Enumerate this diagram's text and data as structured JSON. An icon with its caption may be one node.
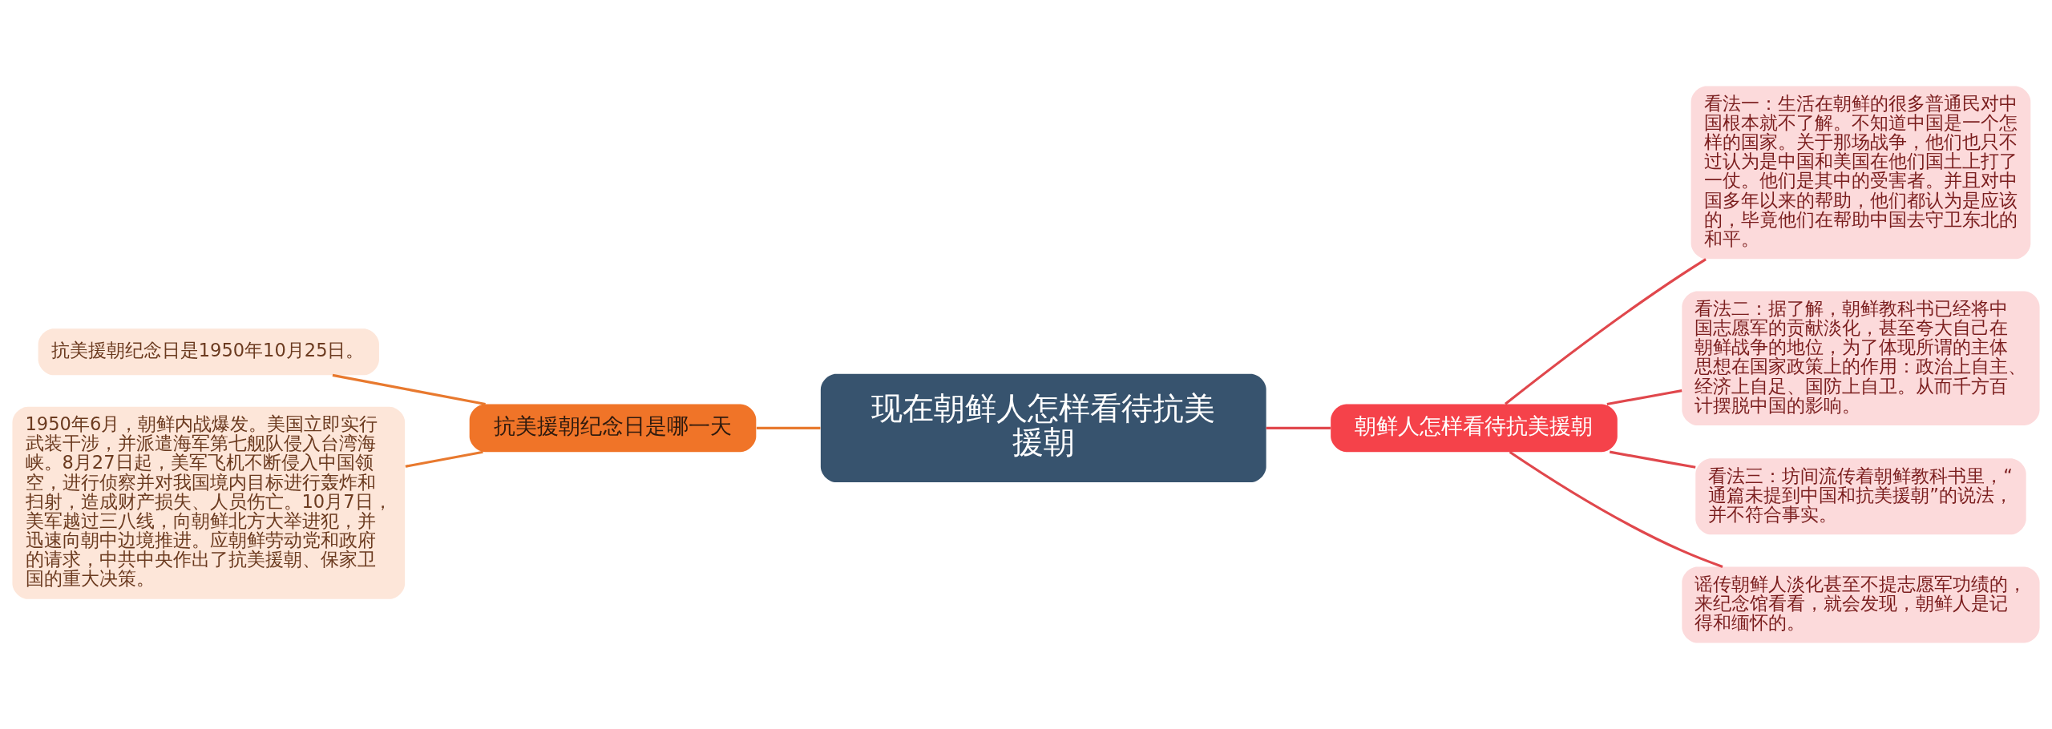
{
  "diagram": {
    "nodes": [
      {
        "text": [
          "现在朝鲜人怎样看待抗美援朝"
        ]
      },
      {
        "text": [
          "抗美援朝纪念日是哪一天"
        ]
      },
      {
        "text": [
          "抗美援朝纪念日是1950年10月25日。"
        ]
      },
      {
        "text": [
          "1950年6月，朝鲜内战爆发。美国立即实行武装干涉，并派遣海军第七舰队侵入台湾海峡。8月27日起，美军飞机不断侵入中国领空，进行侦察并对我国境内目标进行轰炸和扫射，造成财产损失、人员伤亡。10月7日，美军越过三八线，向朝鲜北方大举进犯，并迅速向朝中边境推进。应朝鲜劳动党和政府的请求，中共中央作出了抗美援朝、保家卫国的重大决策。"
        ]
      },
      {
        "text": [
          "朝鲜人怎样看待抗美援朝"
        ]
      },
      {
        "text": [
          "看法一：生活在朝鲜的很多普通民对中国根本就不了解。不知道中国是一个怎样的国家。关于那场战争，他们也只不过认为是中国和美国在他们国土上打了一仗。他们是其中的受害者。并且对中国多年以来的帮助，他们都认为是应该的，毕竟他们在帮助中国去守卫东北的和平。"
        ]
      },
      {
        "text": [
          "看法二：据了解，朝鲜教科书已经将中国志愿军的贡献淡化，甚至夸大自己在朝鲜战争的地位，为了体现所谓的主体思想在国家政策上的作用：政治上自主、经济上自足、国防上自卫。从而千方百计摆脱中国的影响。"
        ]
      },
      {
        "text": [
          "看法三：坊间流传着朝鲜教科书里，“通篇未提到中国和抗美援朝”的说法，并不符合事实。"
        ]
      },
      {
        "text": [
          "谣传朝鲜人淡化甚至不提志愿军功绩的，来纪念馆看看，就会发现，朝鲜人是记得和缅怀的。"
        ]
      }
    ],
    "edges": [
      {
        "from": 0,
        "to": 1,
        "arrow": "none",
        "color": "#e8792e"
      },
      {
        "from": 1,
        "to": 2,
        "arrow": "none",
        "color": "#e8792e"
      },
      {
        "from": 1,
        "to": 3,
        "arrow": "none",
        "color": "#e8792e"
      },
      {
        "from": 0,
        "to": 4,
        "arrow": "none"
      },
      {
        "from": 4,
        "to": 5,
        "arrow": "none"
      },
      {
        "from": 4,
        "to": 6,
        "arrow": "none"
      },
      {
        "from": 4,
        "to": 7,
        "arrow": "none"
      },
      {
        "from": 4,
        "to": 8,
        "arrow": "none"
      }
    ]
  }
}
